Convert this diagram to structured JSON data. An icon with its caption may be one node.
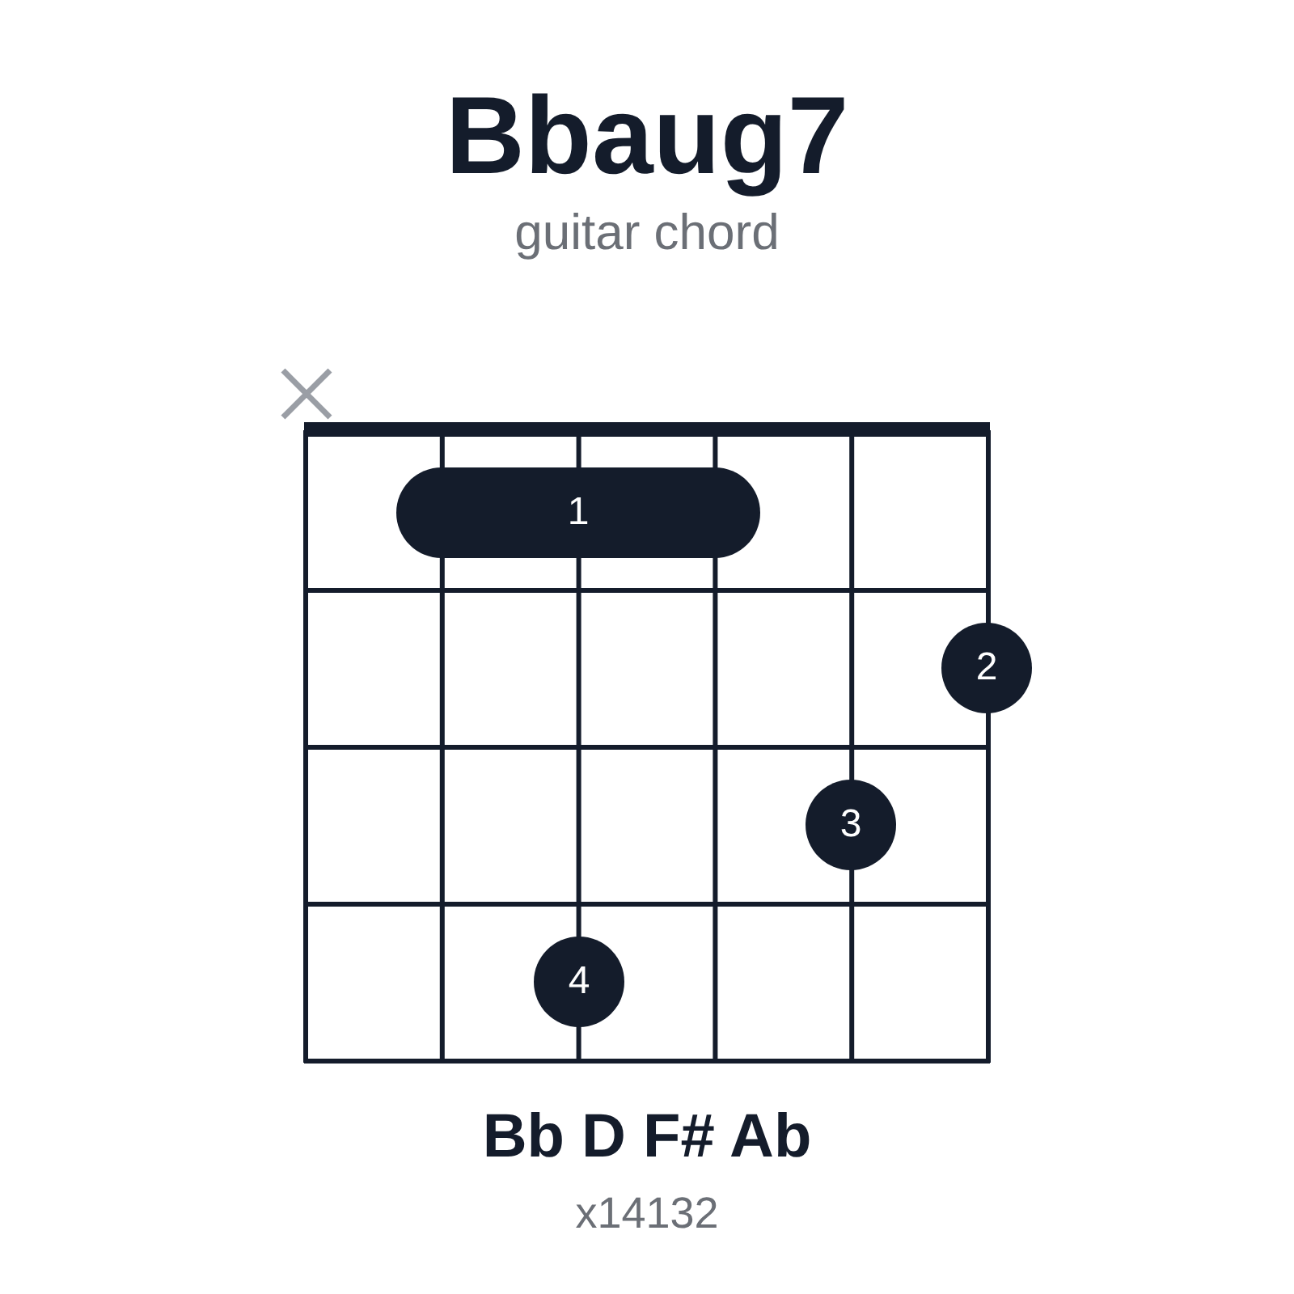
{
  "diagram": {
    "title": "Bbaug7",
    "nodes": [
      {
        "text": [
          "1"
        ]
      },
      {
        "text": [
          "2"
        ]
      },
      {
        "text": [
          "3"
        ]
      },
      {
        "text": [
          "4"
        ]
      }
    ],
    "labels": [
      "guitar chord",
      "Bb D F# Ab",
      "x14132"
    ]
  }
}
